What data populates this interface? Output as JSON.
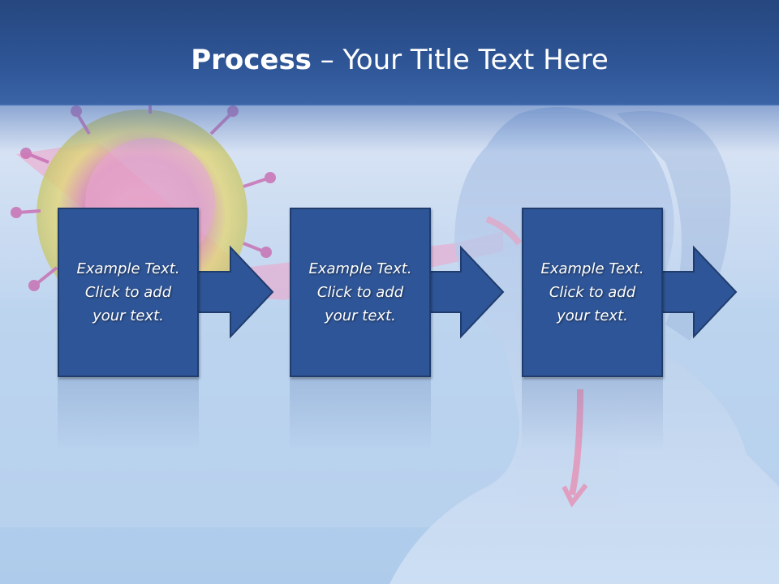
{
  "slide": {
    "title_bold": "Process",
    "title_rest": " – Your Title Text Here"
  },
  "colors": {
    "header": "#2e5596",
    "box_fill": "#2e5597",
    "box_border": "#1f3c6d",
    "background": "#c9daf0"
  },
  "steps": [
    {
      "lines": [
        "Example Text.",
        "Click  to add",
        "your text."
      ]
    },
    {
      "lines": [
        "Example Text.",
        "Click  to add",
        "your text."
      ]
    },
    {
      "lines": [
        "Example Text.",
        "Click  to add",
        "your text."
      ]
    }
  ]
}
